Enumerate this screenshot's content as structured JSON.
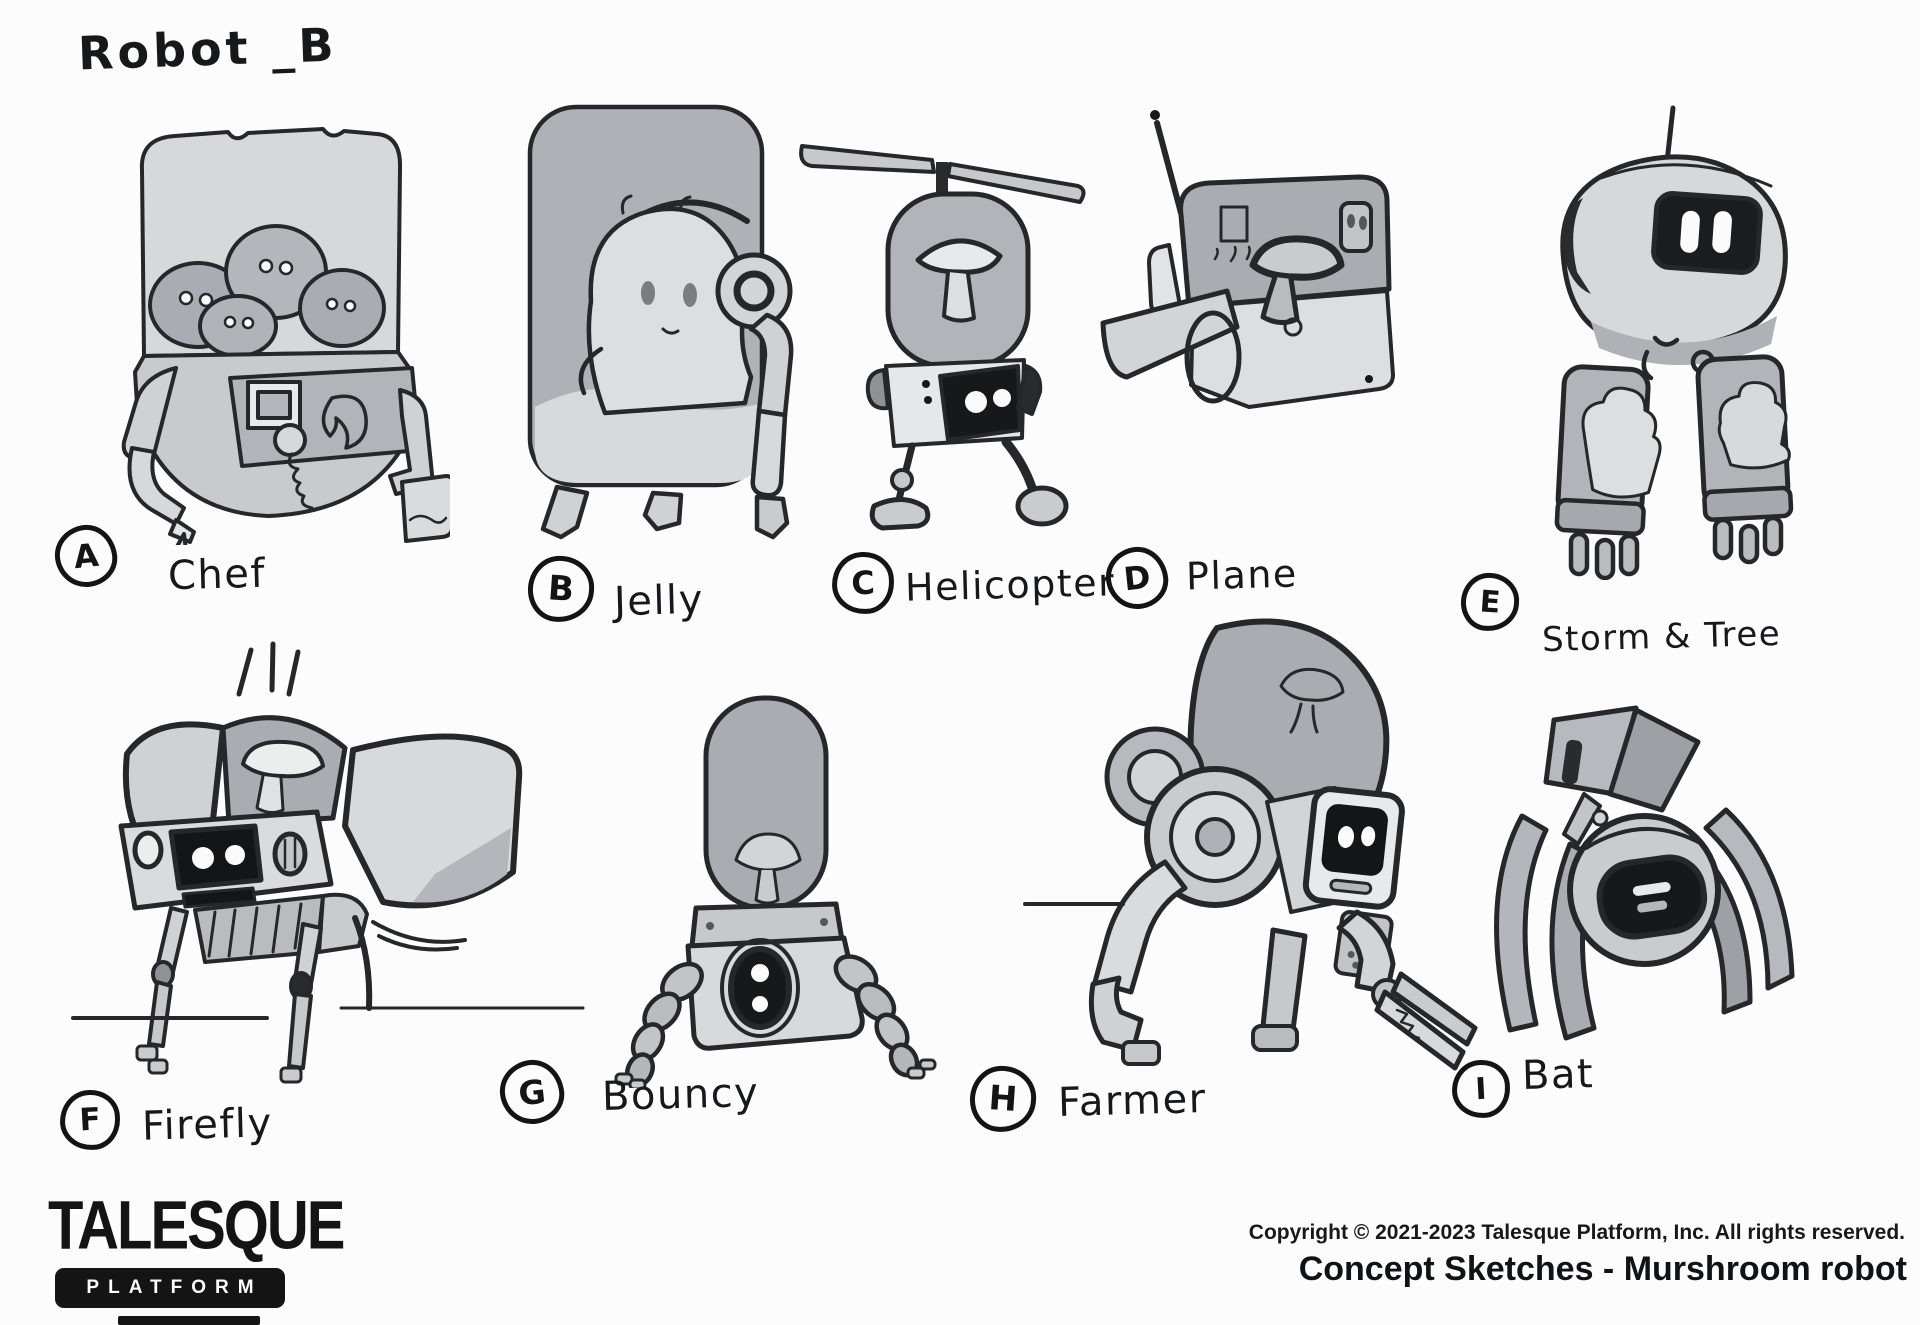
{
  "page": {
    "title": "Robot _B"
  },
  "cards": [
    {
      "letter": "A",
      "name": "Chef"
    },
    {
      "letter": "B",
      "name": "Jelly"
    },
    {
      "letter": "C",
      "name": "Helicopter"
    },
    {
      "letter": "D",
      "name": "Plane"
    },
    {
      "letter": "E",
      "name": "Storm & Tree"
    },
    {
      "letter": "F",
      "name": "Firefly"
    },
    {
      "letter": "G",
      "name": "Bouncy"
    },
    {
      "letter": "H",
      "name": "Farmer"
    },
    {
      "letter": "I",
      "name": "Bat"
    }
  ],
  "footer": {
    "logo_text": "TALESQUE",
    "logo_subtext": "PLATFORM",
    "copyright": "Copyright © 2021-2023 Talesque Platform, Inc. All rights reserved.",
    "caption": "Concept Sketches - Murshroom robot"
  },
  "colors": {
    "paper": "#fcfcfd",
    "ink": "#17181a",
    "sketch_gray_light": "#d7d9db",
    "sketch_gray_mid": "#aeb1b5",
    "sketch_gray_dark": "#8e9195"
  }
}
